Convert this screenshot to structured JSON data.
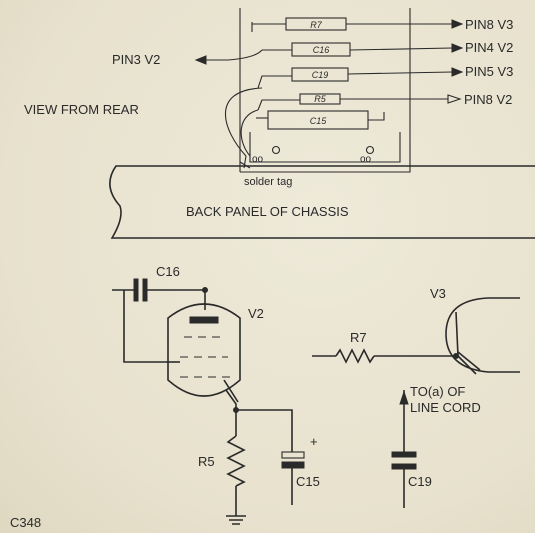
{
  "rear_view": {
    "view_label": "VIEW FROM REAR",
    "pin3_v2": "PIN3 V2",
    "components": [
      {
        "label": "R7",
        "pin": "PIN8 V3"
      },
      {
        "label": "C16",
        "pin": "PIN4 V2"
      },
      {
        "label": "C19",
        "pin": "PIN5 V3"
      },
      {
        "label": "R5",
        "pin": "PIN8 V2"
      },
      {
        "label": "C15",
        "pin": ""
      }
    ],
    "solder_tag": "solder tag",
    "back_panel": "BACK PANEL OF CHASSIS"
  },
  "schematic": {
    "c16": "C16",
    "v2": "V2",
    "v3": "V3",
    "r7": "R7",
    "r5": "R5",
    "c15": "C15",
    "c15_plus": "+",
    "c19": "C19",
    "line_cord_1": "TO(a) OF",
    "line_cord_2": "LINE CORD"
  },
  "figure_id": "C348"
}
